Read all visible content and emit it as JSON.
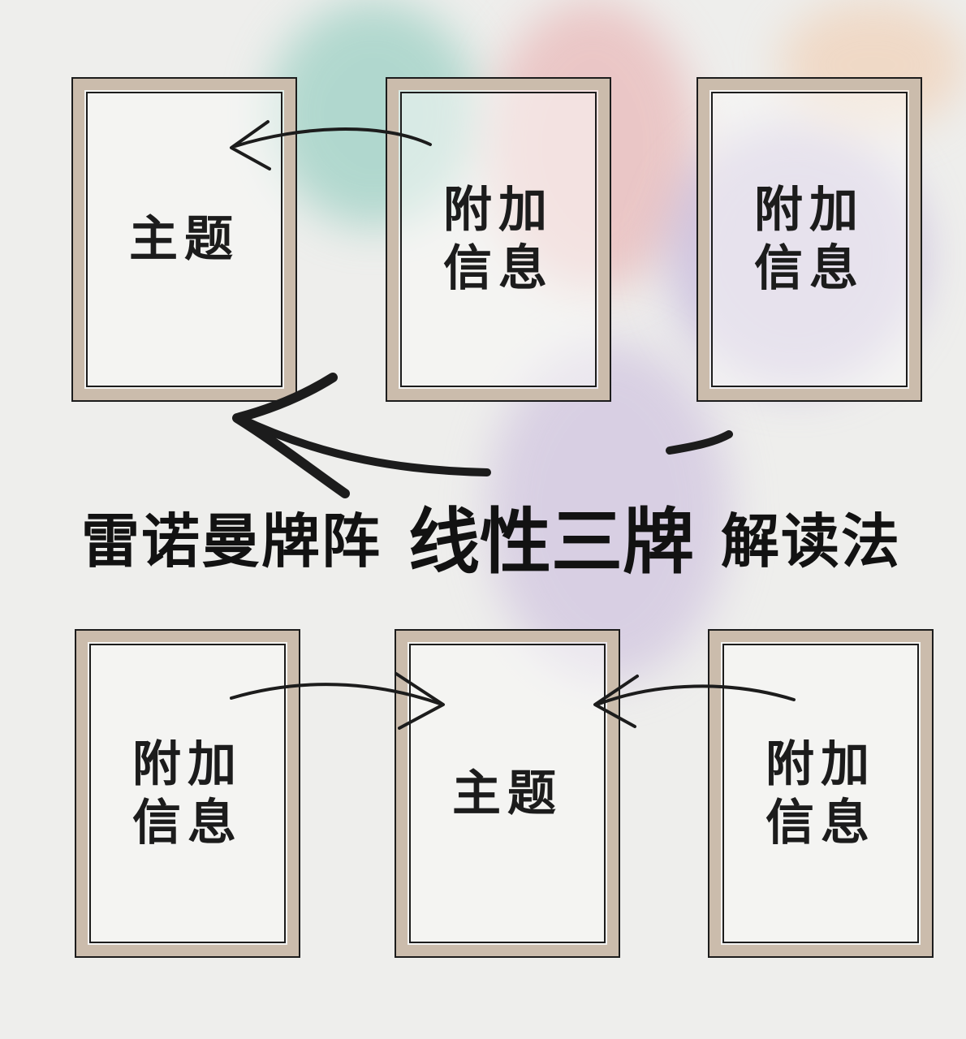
{
  "colors": {
    "background": "#eeeeec",
    "frame": "#cbbcac",
    "ink": "#1c1c1c"
  },
  "top_row": {
    "left_card": {
      "label": "主题"
    },
    "middle_card": {
      "line1": "附加",
      "line2": "信息"
    },
    "right_card": {
      "line1": "附加",
      "line2": "信息"
    }
  },
  "title": {
    "part1": "雷诺曼牌阵",
    "part2": "线性三牌",
    "part3": "解读法"
  },
  "bottom_row": {
    "left_card": {
      "line1": "附加",
      "line2": "信息"
    },
    "middle_card": {
      "label": "主题"
    },
    "right_card": {
      "line1": "附加",
      "line2": "信息"
    }
  },
  "icons": [
    "arrow-left-icon",
    "arrow-right-icon",
    "brush-arrow-icon"
  ]
}
